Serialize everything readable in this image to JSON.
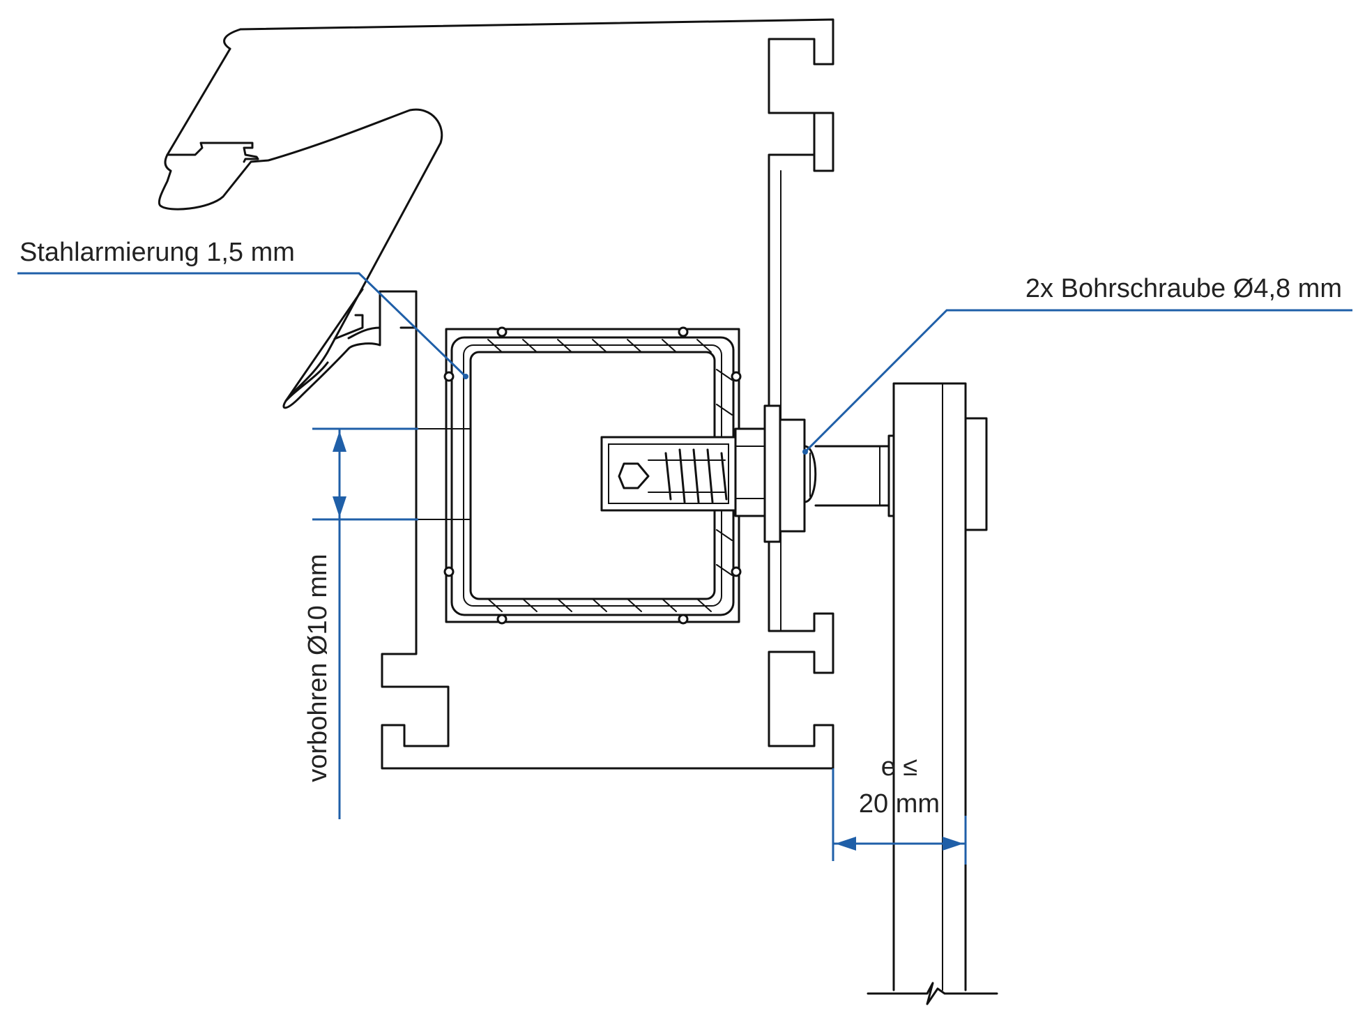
{
  "labels": {
    "steel_reinforcement": "Stahlarmierung 1,5 mm",
    "screws": "2x Bohrschraube Ø4,8 mm",
    "predrill": "vorbohren Ø10 mm",
    "edge_line1": "e ≤",
    "edge_line2": "20 mm"
  },
  "colors": {
    "annotation": "#1f5fa8",
    "outline": "#111111",
    "background": "#ffffff"
  }
}
